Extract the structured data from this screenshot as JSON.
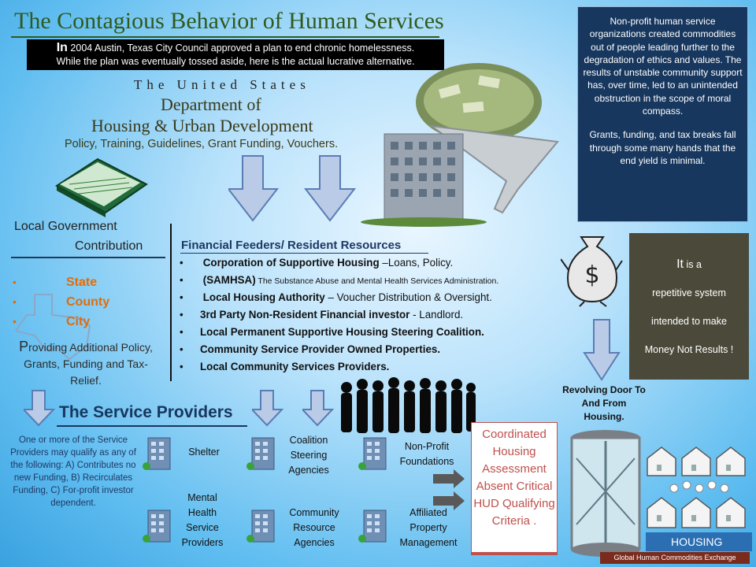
{
  "title": "The Contagious Behavior of Human Services",
  "intro": {
    "lead": "In",
    "year": "2004",
    "line1": " Austin, Texas City Council approved a plan to end chronic homelessness.",
    "line2": "While the plan was eventually tossed aside, here is the actual lucrative alternative."
  },
  "hud": {
    "line_top": "The United States",
    "line1": "Department of",
    "line2": "Housing & Urban Development",
    "subtitle": "Policy, Training, Guidelines, Grant Funding, Vouchers."
  },
  "note_box": {
    "para1": "Non-profit human service organizations created commodities out of people leading further to the degradation of ethics and values. The results of unstable community support has, over time, led to an unintended obstruction in the scope of moral compass.",
    "para2": "Grants, funding, and tax breaks fall through some many hands that the end yield is minimal."
  },
  "repetitive_box": {
    "cap": "It",
    "line1": "is a",
    "line2": "repetitive system",
    "line3": "intended to make",
    "line4": "Money Not Results !"
  },
  "local_gov": {
    "title_line1": "Local Government",
    "title_line2": "Contribution",
    "items": [
      "State",
      "County",
      "City"
    ],
    "providing": {
      "cap": "P",
      "rest": "roviding Additional Policy, Grants, Funding and Tax-Relief."
    }
  },
  "financial_feeders": {
    "title": "Financial Feeders/ Resident Resources",
    "items": [
      {
        "bold": "Corporation of Supportive Housing",
        "rest": " –Loans, Policy."
      },
      {
        "bold": "(SAMHSA)",
        "small": " The Substance Abuse and Mental Health Services Administration."
      },
      {
        "bold": "Local Housing Authority",
        "rest": " – Voucher Distribution & Oversight."
      },
      {
        "bold": "3rd Party Non-Resident Financial investor",
        "rest": " - Landlord."
      },
      {
        "bold": "Local Permanent Supportive Housing Steering Coalition.",
        "rest": ""
      },
      {
        "bold": "Community Service Provider Owned Properties.",
        "rest": ""
      },
      {
        "bold": "Local Community Services Providers.",
        "rest": ""
      }
    ]
  },
  "service_providers": {
    "title": "The Service Providers",
    "qualify_text": "One or more of the Service Providers may qualify as any of the following: A) Contributes no new Funding, B) Recirculates Funding, C) For-profit investor dependent.",
    "items": [
      "Shelter",
      "Coalition Steering Agencies",
      "Non-Profit Foundations",
      "Mental Health Service Providers",
      "Community Resource Agencies",
      "Affiliated Property Management"
    ]
  },
  "assessment": "Coordinated Housing Assessment Absent Critical HUD Qualifying Criteria .",
  "revolving_door": "Revolving Door To And From Housing.",
  "housing_label": "HOUSING",
  "footer": "Global Human Commodities Exchange",
  "colors": {
    "title_green": "#2f5a1e",
    "navy_box": "#17375e",
    "olive_box": "#4b4a3a",
    "orange": "#e36c09",
    "red": "#c0504d",
    "footer": "#7a2b1c"
  }
}
